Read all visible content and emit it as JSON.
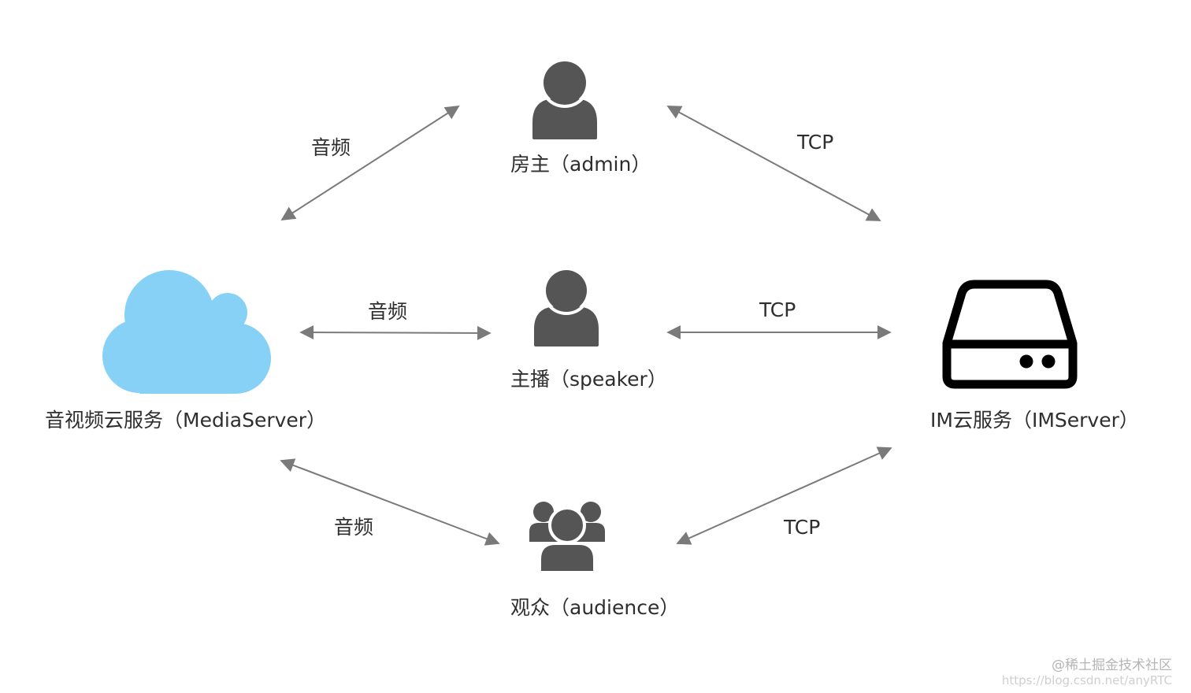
{
  "nodes": {
    "admin": {
      "label": "房主（admin）",
      "icon": "person-icon"
    },
    "speaker": {
      "label": "主播（speaker）",
      "icon": "person-icon"
    },
    "audience": {
      "label": "观众（audience）",
      "icon": "group-icon"
    },
    "media_server": {
      "label": "音视频云服务（MediaServer）",
      "icon": "cloud-icon"
    },
    "im_server": {
      "label": "IM云服务（IMServer）",
      "icon": "server-icon"
    }
  },
  "edges": {
    "media_admin": "音频",
    "media_speaker": "音频",
    "media_audience": "音频",
    "admin_im": "TCP",
    "speaker_im": "TCP",
    "audience_im": "TCP"
  },
  "watermark": {
    "line1": "@稀土掘金技术社区",
    "line2": "https://blog.csdn.net/anyRTC"
  },
  "colors": {
    "person": "#555555",
    "cloud": "#86d1f5",
    "server": "#000000",
    "arrow": "#7a7a7a",
    "text": "#2e2e2e"
  }
}
